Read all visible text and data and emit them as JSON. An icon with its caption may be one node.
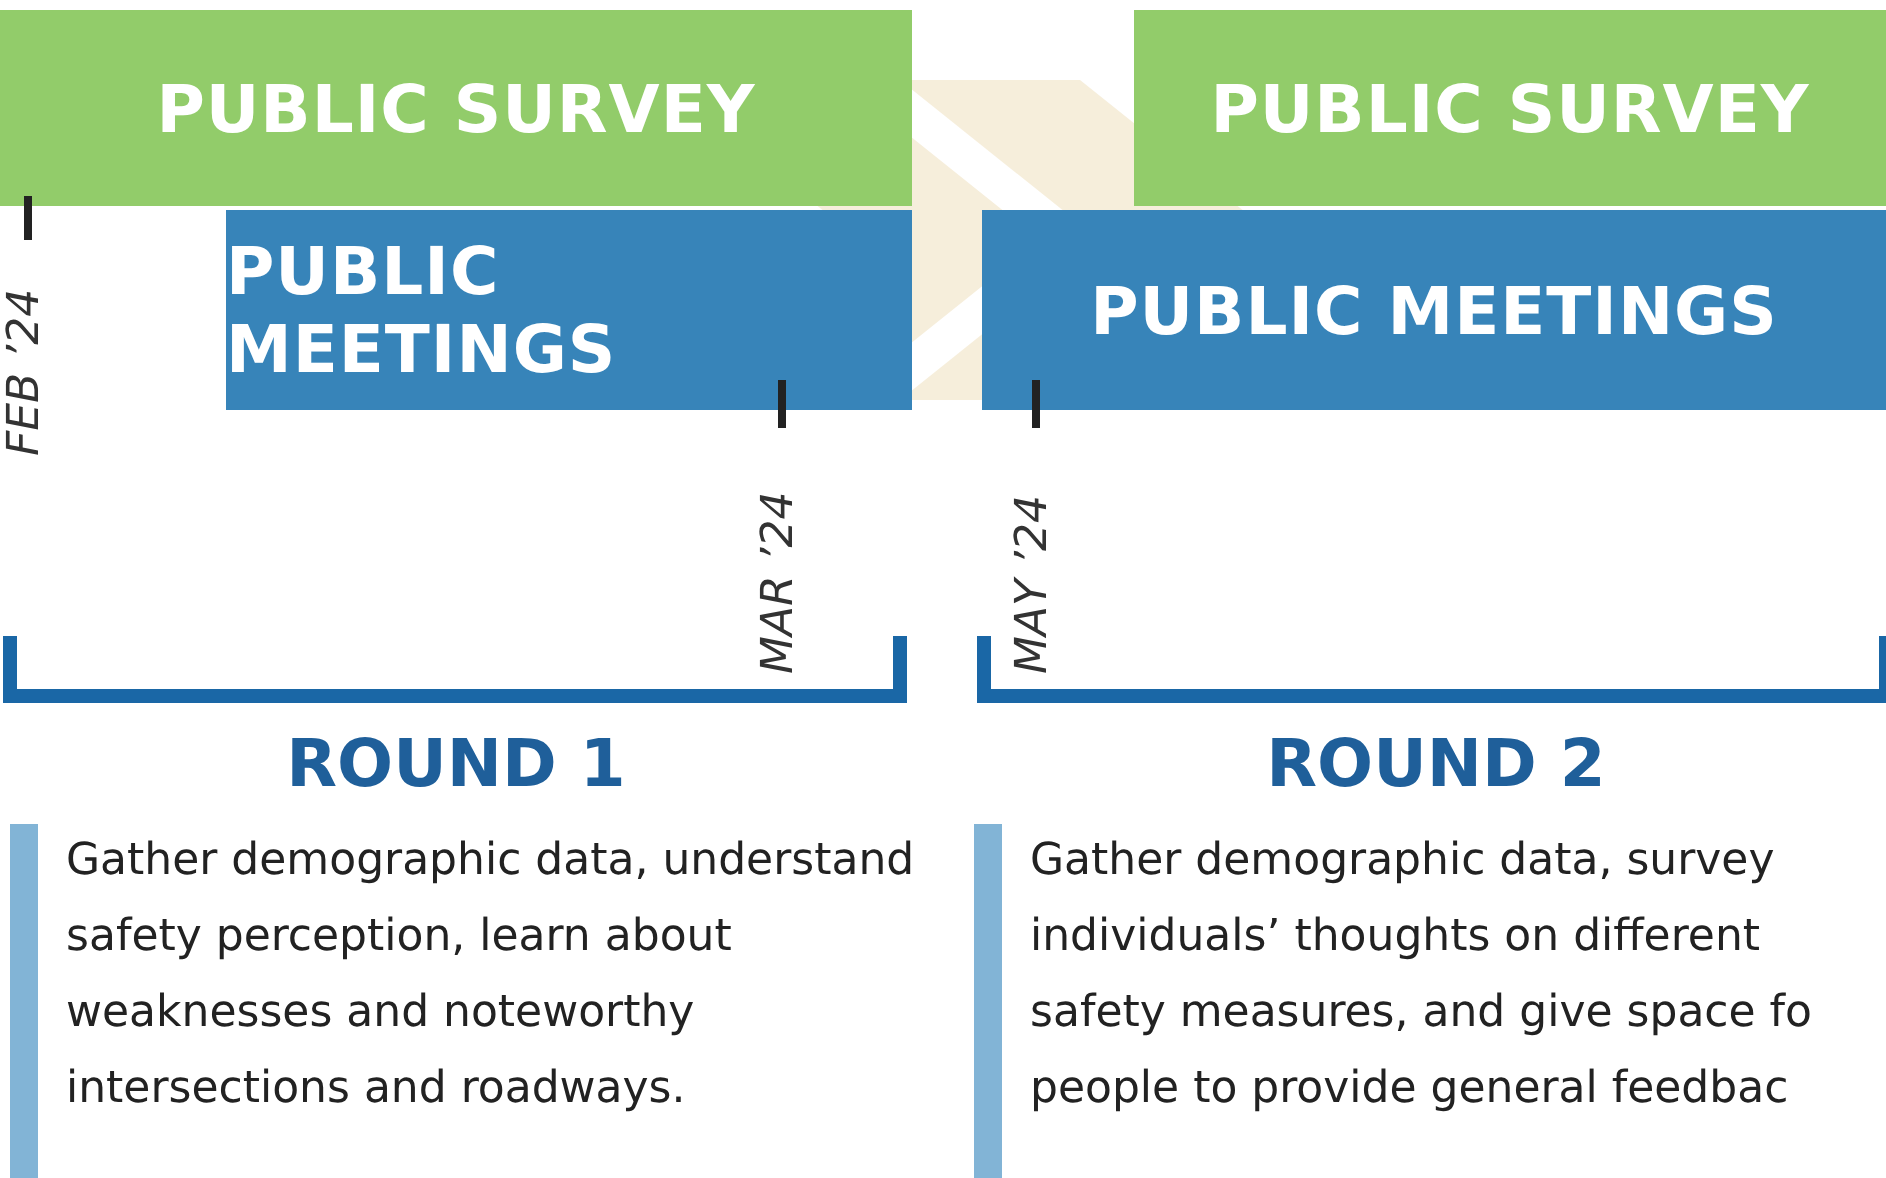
{
  "diagram": {
    "nodes": [
      {
        "text": [
          "PUBLIC SURVEY"
        ]
      },
      {
        "text": [
          "PUBLIC MEETINGS"
        ]
      },
      {
        "text": [
          "PUBLIC SURVEY"
        ]
      },
      {
        "text": [
          "PUBLIC MEETINGS"
        ]
      },
      {
        "text": [
          "ROUND 1",
          "Gather demographic data, understand safety perception, learn about weaknesses and noteworthy intersections and roadways."
        ]
      },
      {
        "text": [
          "ROUND 2",
          "Gather demographic data, survey individuals’ thoughts on different safety measures, and give space fo people to provide general feedbac"
        ]
      }
    ],
    "edges": [],
    "labels": [
      "FEB ’24",
      "MAR ’24",
      "MAY ’24"
    ]
  }
}
